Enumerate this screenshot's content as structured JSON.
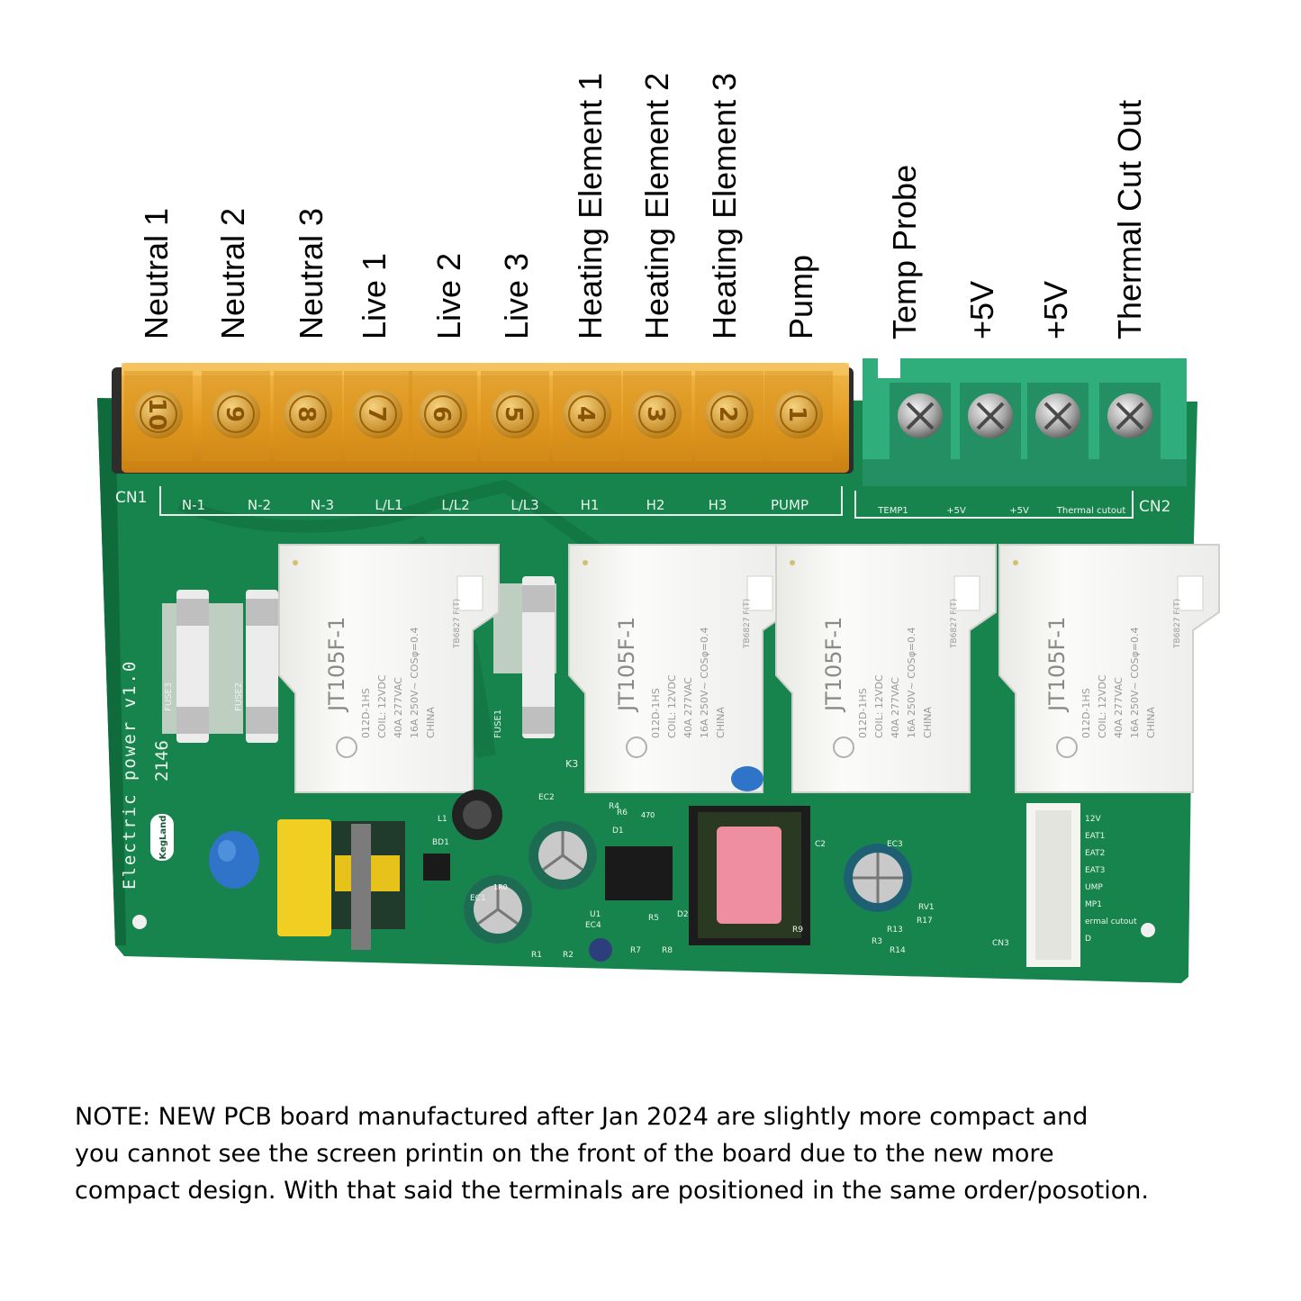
{
  "terminal_labels": [
    "Neutral 1",
    "Neutral 2",
    "Neutral 3",
    "Live 1",
    "Live 2",
    "Live 3",
    "Heating Element 1",
    "Heating Element 2",
    "Heating Element 3",
    "Pump",
    "Temp Probe",
    "+5V",
    "+5V",
    "Thermal Cut Out"
  ],
  "board": {
    "cn1_label": "CN1",
    "cn2_label": "CN2",
    "cn3_label": "CN3",
    "cn1_pin_numbers": [
      "10",
      "9",
      "8",
      "7",
      "6",
      "5",
      "4",
      "3",
      "2",
      "1"
    ],
    "cn1_silkscreen": [
      "N-1",
      "N-2",
      "N-3",
      "L/L1",
      "L/L2",
      "L/L3",
      "H1",
      "H2",
      "H3",
      "PUMP"
    ],
    "cn2_silkscreen": [
      "TEMP1",
      "+5V",
      "+5V",
      "Thermal cutout"
    ],
    "board_title": "Electric power v1.0",
    "board_code": "2146",
    "brand": "KegLand",
    "relay_model": "JT105F-1",
    "relay_lines": [
      "012D-1HS",
      "COIL: 12VDC",
      "40A 277VAC",
      "16A 250V~ COSφ=0.4",
      "CHINA"
    ],
    "relay_cert": "TB6827 F(T)",
    "fuse_labels": [
      "FUSE3",
      "FUSE2",
      "FUSE1"
    ],
    "k3_label": "K3",
    "component_labels": [
      "EC1",
      "EC2",
      "EC3",
      "EC4",
      "BD1",
      "L1",
      "C2",
      "D1",
      "D2",
      "U1",
      "R1",
      "R2",
      "R3",
      "R4",
      "R5",
      "R6",
      "R7",
      "R8",
      "R9",
      "R13",
      "R14",
      "R17",
      "RV1"
    ],
    "cn3_pins": [
      "12V",
      "EAT1",
      "EAT2",
      "EAT3",
      "UMP",
      "MP1",
      "ermal cutout",
      "D"
    ],
    "capacitor_marks": [
      "470",
      "1R0"
    ]
  },
  "note_lines": [
    "NOTE: NEW PCB board manufactured after Jan 2024 are slightly more compact and",
    "you cannot see the screen printin on the front of the board due to the new more",
    "compact design.  With that said the terminals are positioned in the same order/posotion."
  ],
  "colors": {
    "pcb_green": "#17844d",
    "pcb_dark": "#0e5f36",
    "terminal_block_orange": "#e9a428",
    "terminal_block_teal": "#2fae7c",
    "relay_white": "#f6f6f4",
    "silkscreen": "#eaf5ee"
  }
}
